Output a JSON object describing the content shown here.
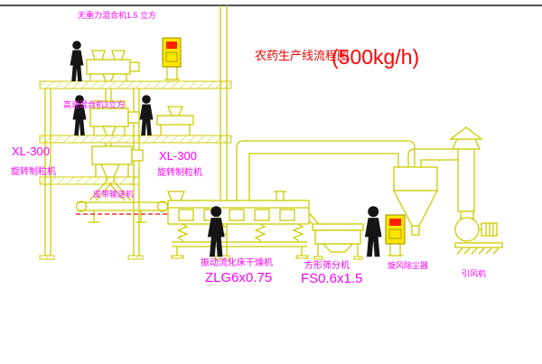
{
  "title": {
    "name": "农药生产线流程图",
    "capacity": "(500kg/h)"
  },
  "equipment_labels": {
    "gravity_mixer": "无重力混合机1.5 立方",
    "high_speed_mixer": "高速混合机3立方",
    "granulator_left": {
      "model": "XL-300",
      "name": "旋转制粒机"
    },
    "granulator_center": {
      "model": "XL-300",
      "name": "旋转制粒机"
    },
    "belt_conveyor": "皮带输送机",
    "fluid_bed_dryer": {
      "name": "振动流化床干燥机",
      "model": "ZLG6x0.75"
    },
    "square_sifter": {
      "name": "方形筛分机",
      "model": "FS0.6x1.5"
    },
    "cyclone": "旋风除尘器",
    "induced_draft_fan": "引风机"
  },
  "colors": {
    "cad_line": "#cccc00",
    "label_text": "#ff00ff",
    "title_text": "#ff0000",
    "figure": "#151515",
    "panel_fill": "#ffe600",
    "panel_accent": "#ff2200",
    "dashed_marking": "#ff0000",
    "background": "#ffffff"
  }
}
